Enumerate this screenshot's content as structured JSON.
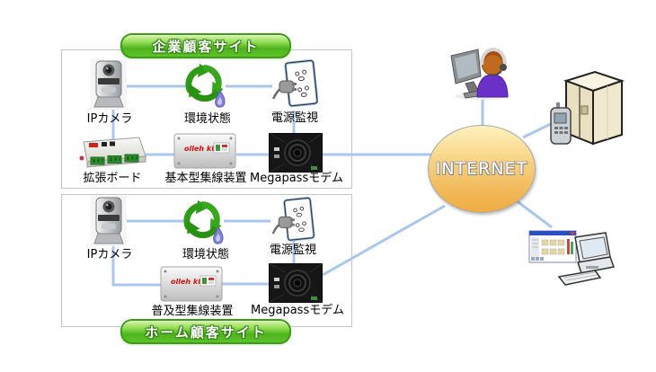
{
  "enterprise_site": {
    "badge": "企業顧客サイト",
    "camera_label": "IPカメラ",
    "environment_label": "環境状態",
    "power_label": "電源監視",
    "expansion_label": "拡張ボード",
    "concentrator_label": "基本型集線装置",
    "modem_label": "Megapassモデム"
  },
  "home_site": {
    "badge": "ホーム顧客サイト",
    "camera_label": "IPカメラ",
    "environment_label": "環境状態",
    "power_label": "電源監視",
    "concentrator_label": "普及型集線装置",
    "modem_label": "Megapassモデム"
  },
  "internet": {
    "label": "INTERNET"
  },
  "brand": {
    "logo": "olleh kt"
  },
  "colors": {
    "connector": "#a9c7ee",
    "site_border": "#c4c4c4",
    "badge_green": "#4db31c",
    "badge_border": "#38a00d",
    "internet_top": "#fdf1bd",
    "internet_bottom": "#efad41"
  }
}
